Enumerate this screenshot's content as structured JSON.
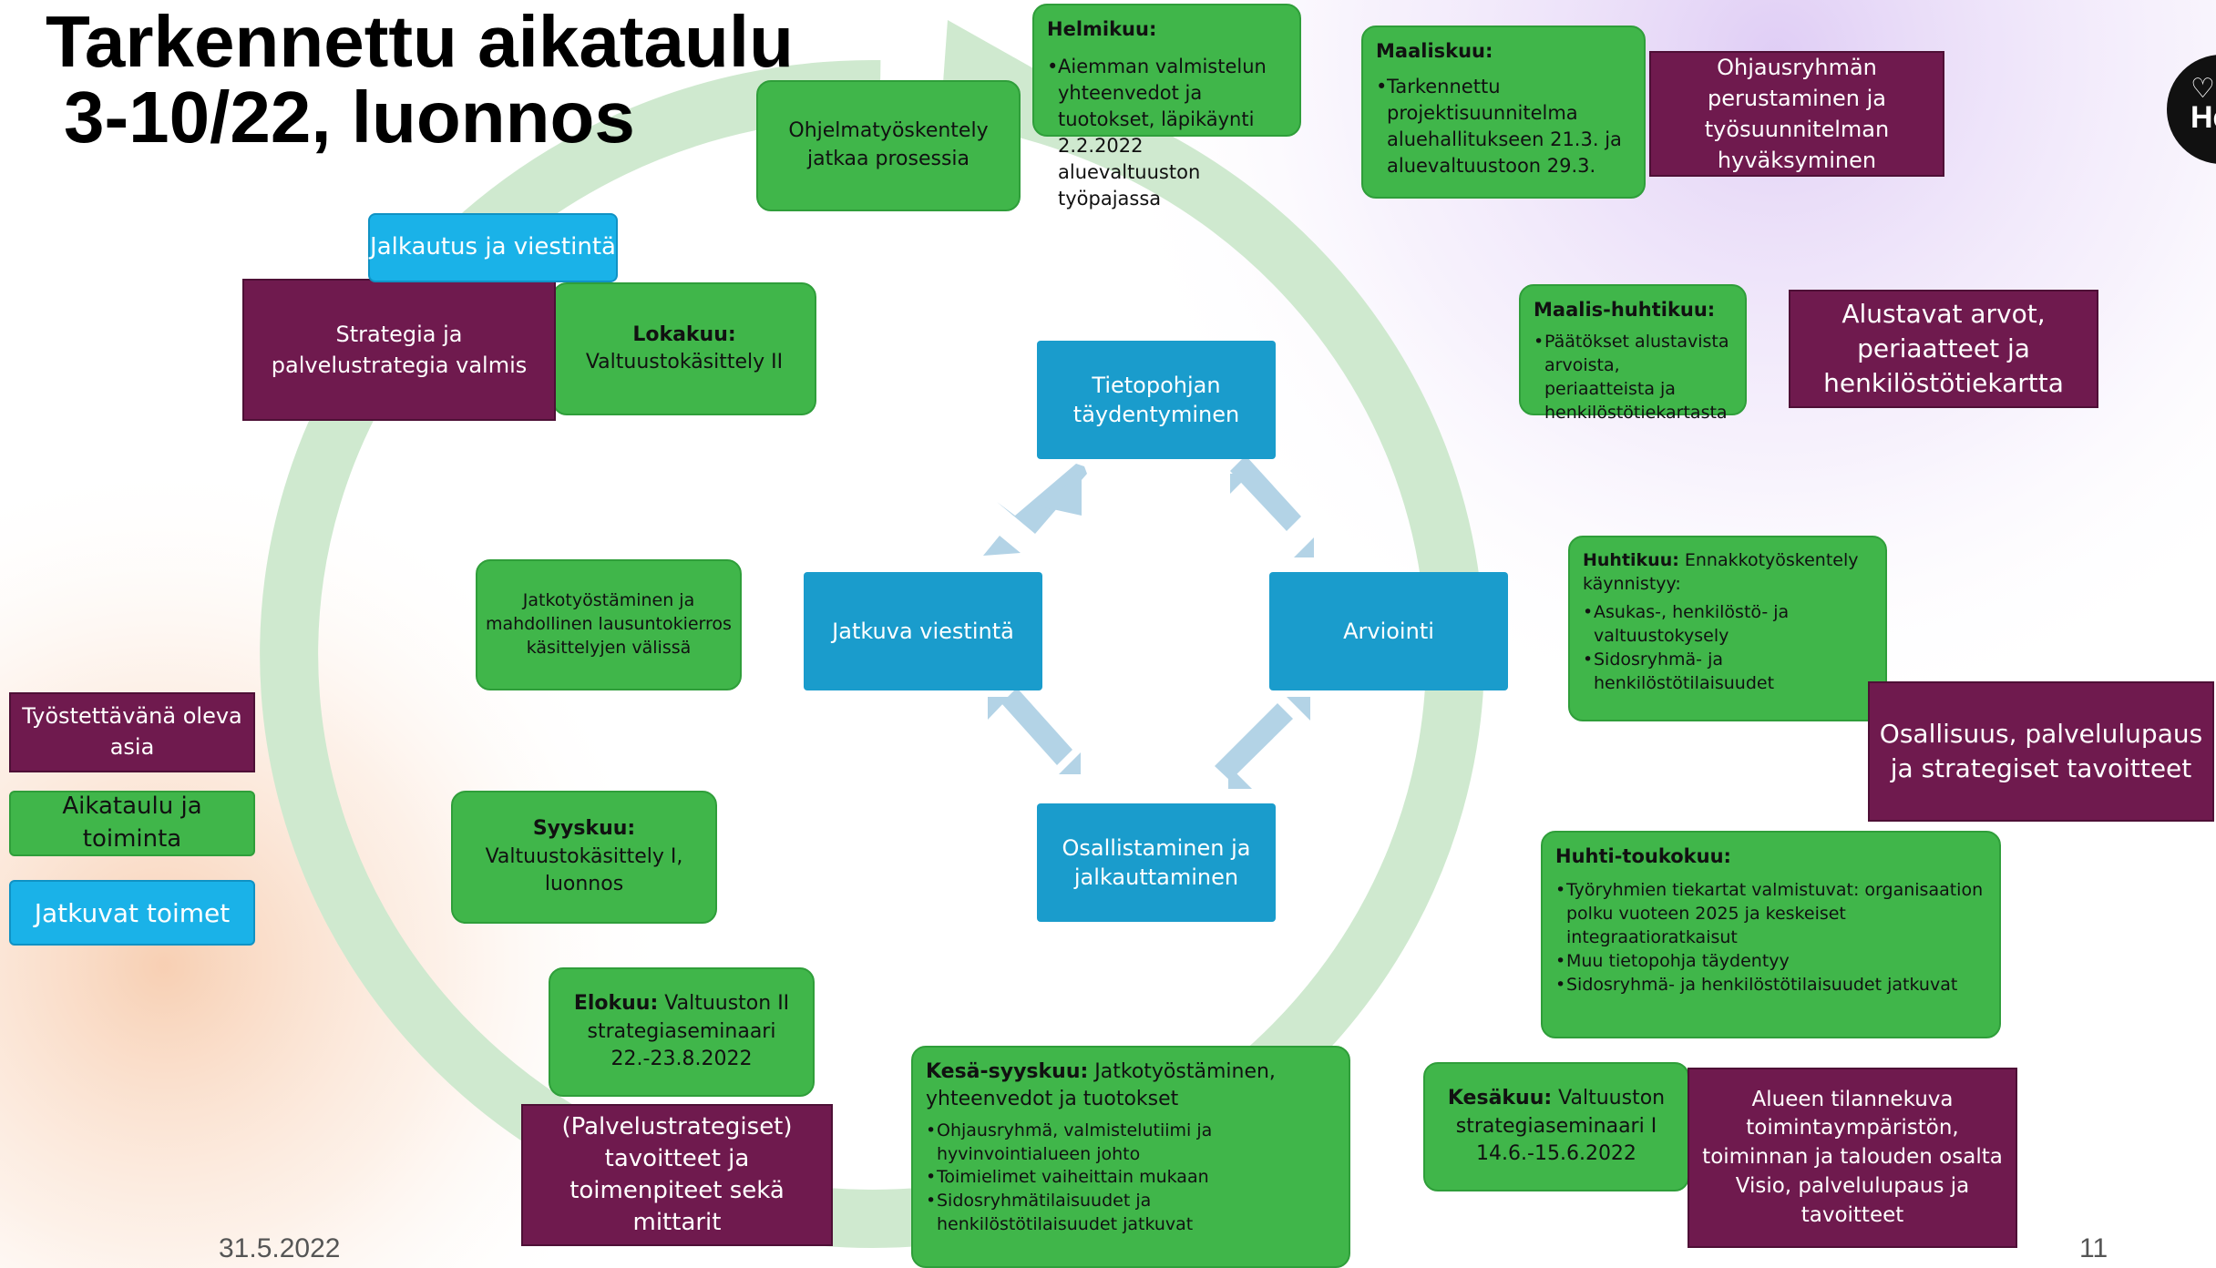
{
  "title": {
    "line1": "Tarkennettu aikataulu",
    "line2": "3-10/22, luonnos"
  },
  "footer": {
    "date": "31.5.2022",
    "page": "11"
  },
  "logo": {
    "icon": "heart-icon",
    "text": "He"
  },
  "colors": {
    "green": "#40b64a",
    "purple": "#6f1a4e",
    "cyan": "#1ab2e8",
    "blue": "#1a9ccc",
    "arrow": "#cfe9cf"
  },
  "legend": {
    "item1": "Työstettävänä oleva asia",
    "item2": "Aikataulu ja toiminta",
    "item3": "Jatkuvat toimet"
  },
  "center": {
    "top": "Tietopohjan täydentyminen",
    "left": "Jatkuva viestintä",
    "right": "Arviointi",
    "bottom": "Osallistaminen ja jalkauttaminen"
  },
  "steps": {
    "ohjelma": "Ohjelmatyöskentely jatkaa prosessia",
    "helmikuu": {
      "head": "Helmikuu:",
      "bullet": "Aiemman valmistelun yhteenvedot ja tuotokset, läpikäynti 2.2.2022 aluevaltuuston työpajassa"
    },
    "maaliskuu": {
      "head": "Maaliskuu:",
      "bullet": "Tarkennettu projektisuunnitelma aluehallitukseen 21.3. ja aluevaltuustoon 29.3."
    },
    "maalis_huhti": {
      "head": "Maalis-huhtikuu:",
      "bullet": "Päätökset alustavista arvoista, periaatteista ja henkilöstötiekartasta"
    },
    "huhtikuu": {
      "head": "Huhtikuu:",
      "lead": " Ennakkotyöskentely käynnistyy:",
      "b1": "Asukas-, henkilöstö- ja valtuustokysely",
      "b2": "Sidosryhmä- ja henkilöstötilaisuudet"
    },
    "huhti_touko": {
      "head": "Huhti-toukokuu:",
      "b1": "Työryhmien tiekartat valmistuvat: organisaation polku vuoteen 2025 ja keskeiset integraatioratkaisut",
      "b2": "Muu tietopohja täydentyy",
      "b3": "Sidosryhmä- ja henkilöstötilaisuudet jatkuvat"
    },
    "kesakuu": {
      "head": "Kesäkuu:",
      "text": " Valtuuston strategiaseminaari I 14.6.-15.6.2022"
    },
    "kesa_syys": {
      "head": "Kesä-syyskuu:",
      "lead": " Jatkotyöstäminen, yhteenvedot ja tuotokset",
      "b1": "Ohjausryhmä, valmistelutiimi ja hyvinvointialueen johto",
      "b2": "Toimielimet vaiheittain mukaan",
      "b3": "Sidosryhmätilaisuudet ja henkilöstötilaisuudet jatkuvat"
    },
    "elokuu": {
      "head": "Elokuu:",
      "text": " Valtuuston II strategiaseminaari 22.-23.8.2022"
    },
    "syyskuu": {
      "head": "Syyskuu:",
      "text": "Valtuustokäsittely I, luonnos"
    },
    "jatko": "Jatkotyöstäminen ja mahdollinen lausuntokierros käsittelyjen välissä",
    "lokakuu": {
      "head": "Lokakuu:",
      "text": "Valtuustokäsittely II"
    }
  },
  "purples": {
    "ohjausryhma": "Ohjausryhmän perustaminen ja työsuunnitelman hyväksyminen",
    "alustavat": "Alustavat arvot, periaatteet ja henkilöstötiekartta",
    "osallisuus": "Osallisuus, palvelulupaus ja strategiset tavoitteet",
    "alueen": "Alueen tilannekuva toimintaympäristön, toiminnan ja talouden osalta Visio, palvelulupaus ja tavoitteet",
    "palvelu": "(Palvelustrategiset) tavoitteet ja toimenpiteet sekä mittarit",
    "strategia": "Strategia ja palvelustrategia valmis"
  },
  "cyan_top": "Jalkautus ja viestintä"
}
